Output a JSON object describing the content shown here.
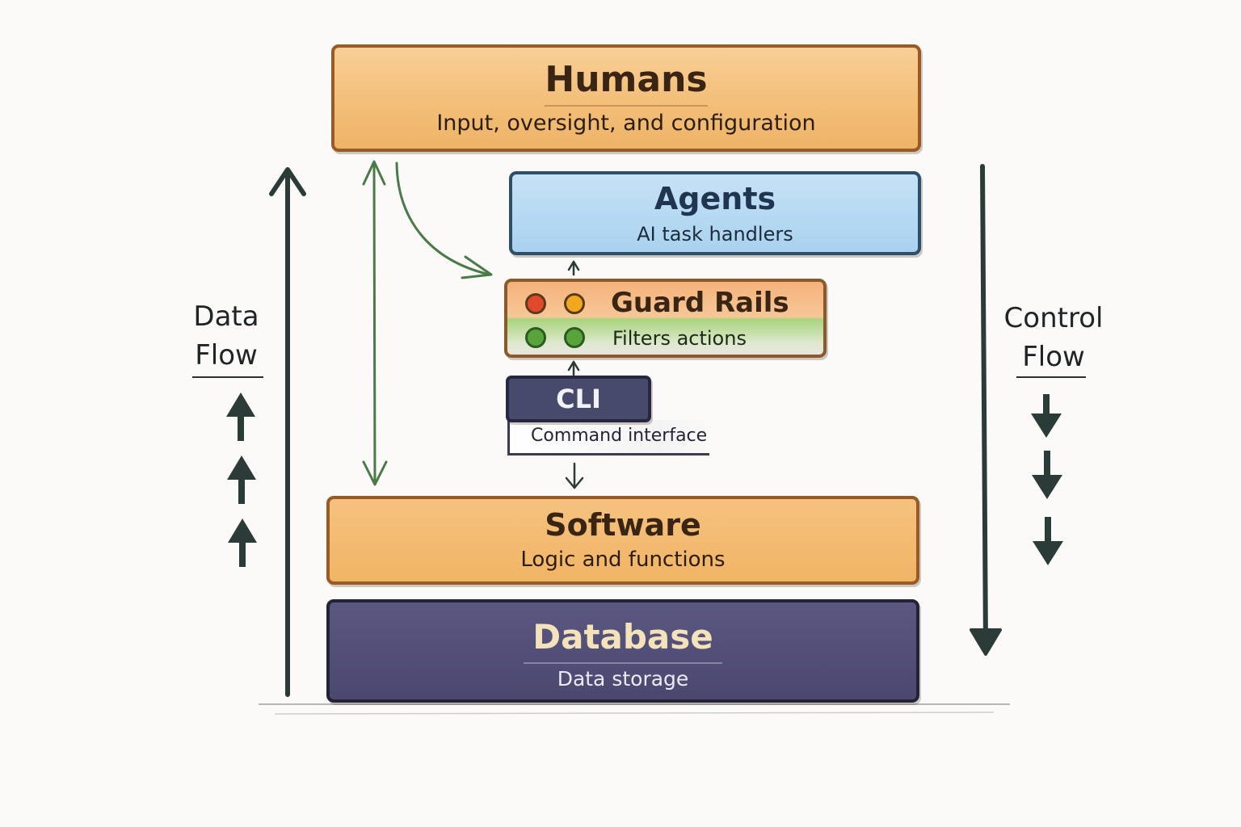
{
  "layers": {
    "humans": {
      "title": "Humans",
      "subtitle": "Input, oversight, and configuration"
    },
    "agents": {
      "title": "Agents",
      "subtitle": "AI task handlers"
    },
    "guard_rails": {
      "title": "Guard Rails",
      "subtitle": "Filters actions"
    },
    "cli": {
      "title": "CLI",
      "subtitle": "Command interface"
    },
    "software": {
      "title": "Software",
      "subtitle": "Logic and functions"
    },
    "database": {
      "title": "Database",
      "subtitle": "Data storage"
    }
  },
  "side_labels": {
    "left": {
      "line1": "Data",
      "line2": "Flow"
    },
    "right": {
      "line1": "Control",
      "line2": "Flow"
    }
  },
  "colors": {
    "human_software_fill": "#f2bd76",
    "agents_fill": "#a9d2ef",
    "database_fill": "#4b4870",
    "arrow_dark": "#2b3c38",
    "arrow_green": "#4a7a48",
    "light_red": "#e04a2a",
    "light_amber": "#f2a81c",
    "light_green": "#58a33a"
  },
  "icons": [
    "up-arrow-icon",
    "down-arrow-icon",
    "traffic-light-icon"
  ]
}
